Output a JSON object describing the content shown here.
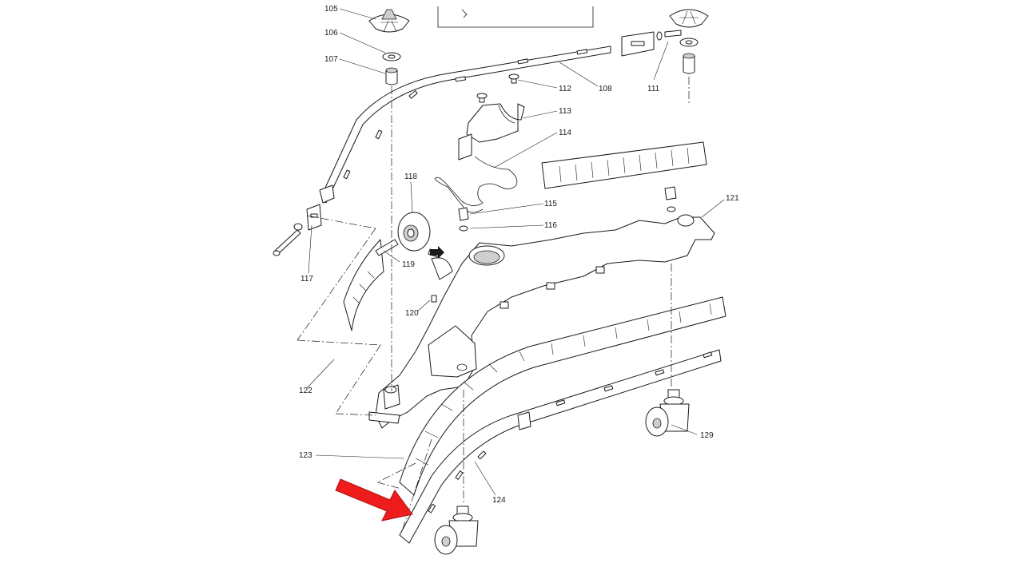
{
  "diagram": {
    "callouts": [
      "105",
      "106",
      "107",
      "108",
      "111",
      "112",
      "113",
      "114",
      "115",
      "116",
      "117",
      "118",
      "119",
      "120",
      "121",
      "122",
      "123",
      "124",
      "129"
    ],
    "highlight_arrow_color": "#ee1c1c"
  }
}
